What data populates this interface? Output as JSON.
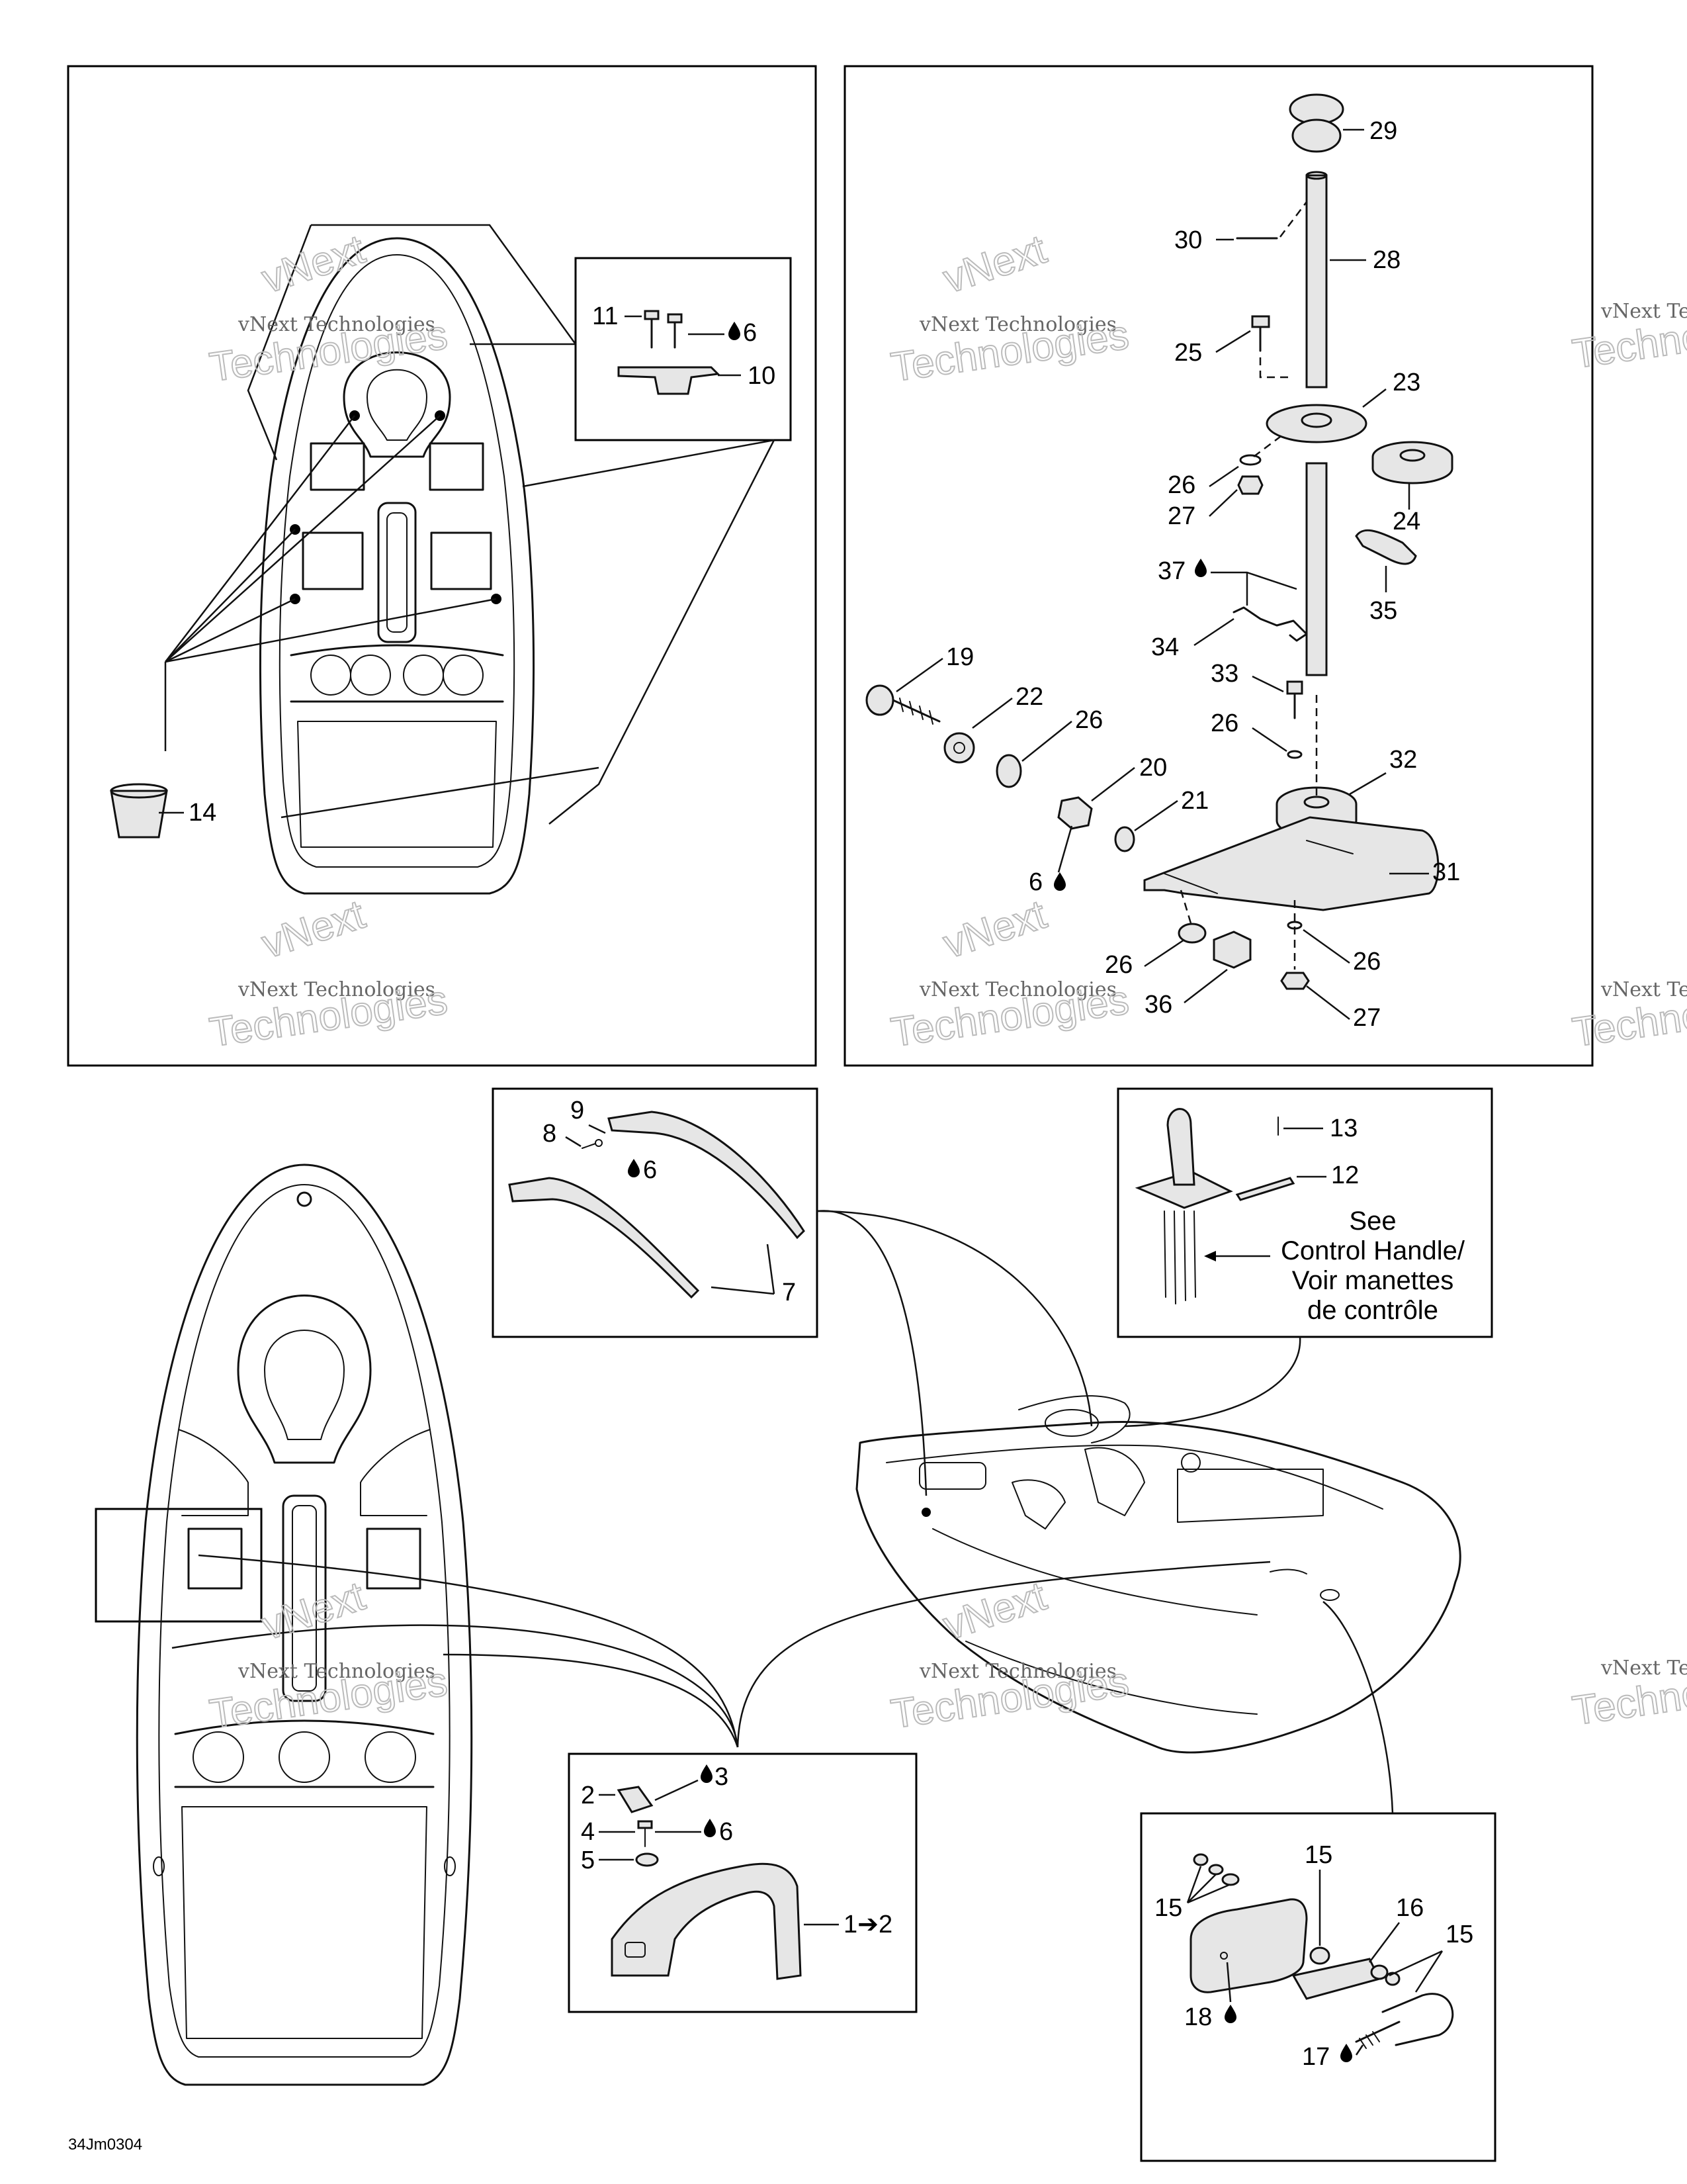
{
  "watermark": {
    "line1": "vNext Technologies",
    "line2": "Technologies",
    "small": "vNext"
  },
  "drawing_code": "34Jm0304",
  "see_note": [
    "See",
    "Control Handle/",
    "Voir manettes",
    "de contrôle"
  ],
  "callouts": {
    "c1": "1➔2",
    "c2": "2",
    "c3": "3",
    "c4": "4",
    "c5": "5",
    "c6": "6",
    "c7": "7",
    "c8": "8",
    "c9": "9",
    "c10": "10",
    "c11": "11",
    "c12": "12",
    "c13": "13",
    "c14": "14",
    "c15": "15",
    "c16": "16",
    "c17": "17",
    "c18": "18",
    "c19": "19",
    "c20": "20",
    "c21": "21",
    "c22": "22",
    "c23": "23",
    "c24": "24",
    "c25": "25",
    "c26": "26",
    "c27": "27",
    "c28": "28",
    "c29": "29",
    "c30": "30",
    "c31": "31",
    "c32": "32",
    "c33": "33",
    "c34": "34",
    "c35": "35",
    "c36": "36",
    "c37": "37"
  },
  "icons": {
    "adhesive": "droplet-icon"
  }
}
